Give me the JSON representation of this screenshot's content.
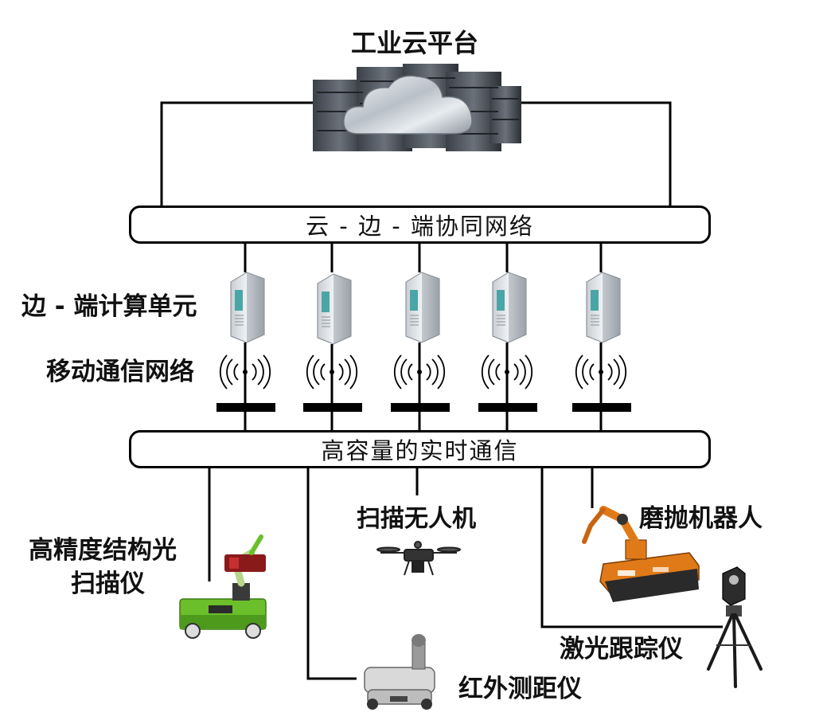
{
  "cloud_platform": {
    "title": "工业云平台",
    "icon": "cloud-server-cluster-icon"
  },
  "network_bar": {
    "label": "云 - 边 - 端协同网络"
  },
  "edge_units": {
    "label": "边 - 端计算单元",
    "icon": "server-tower-icon"
  },
  "mobile_network": {
    "label": "移动通信网络",
    "icon": "wireless-signal-icon"
  },
  "comm_bar": {
    "label": "高容量的实时通信"
  },
  "devices": {
    "structured_light": {
      "label_line1": "高精度结构光",
      "label_line2": "扫描仪",
      "icon": "robot-arm-scanner-cart-icon"
    },
    "infrared": {
      "label": "红外测距仪",
      "icon": "infrared-rangefinder-cart-icon"
    },
    "drone": {
      "label": "扫描无人机",
      "icon": "drone-icon"
    },
    "polishing_robot": {
      "label": "磨抛机器人",
      "icon": "polishing-robot-icon"
    },
    "laser_tracker": {
      "label": "激光跟踪仪",
      "icon": "laser-tracker-tripod-icon"
    }
  }
}
